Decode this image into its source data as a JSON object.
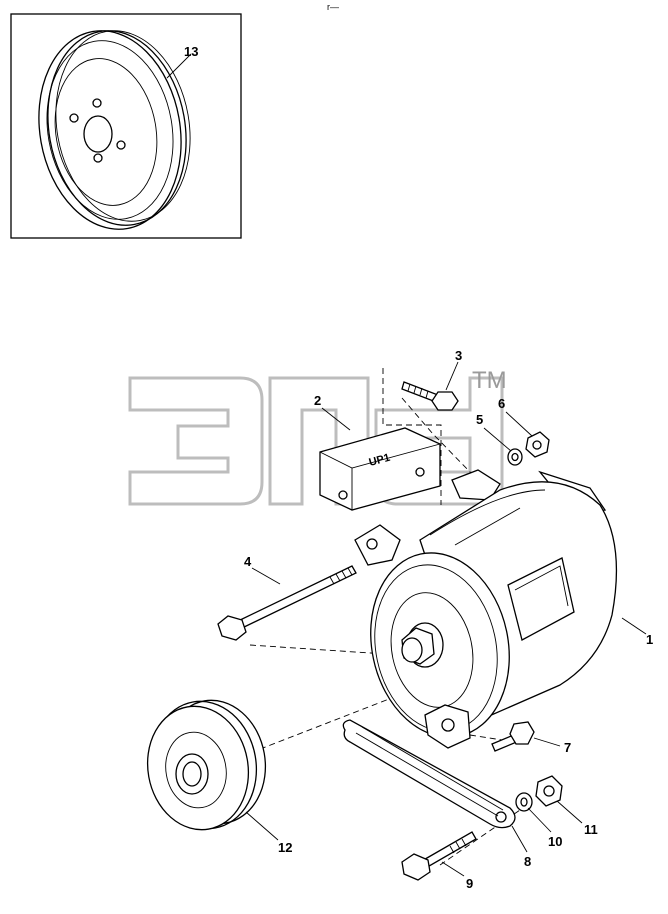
{
  "diagram": {
    "header_mark": "r—",
    "watermark": {
      "trademark": "TM"
    },
    "callouts": [
      "1",
      "2",
      "3",
      "4",
      "5",
      "6",
      "7",
      "8",
      "9",
      "10",
      "11",
      "12",
      "13"
    ],
    "bracket_marking": "UP1"
  }
}
